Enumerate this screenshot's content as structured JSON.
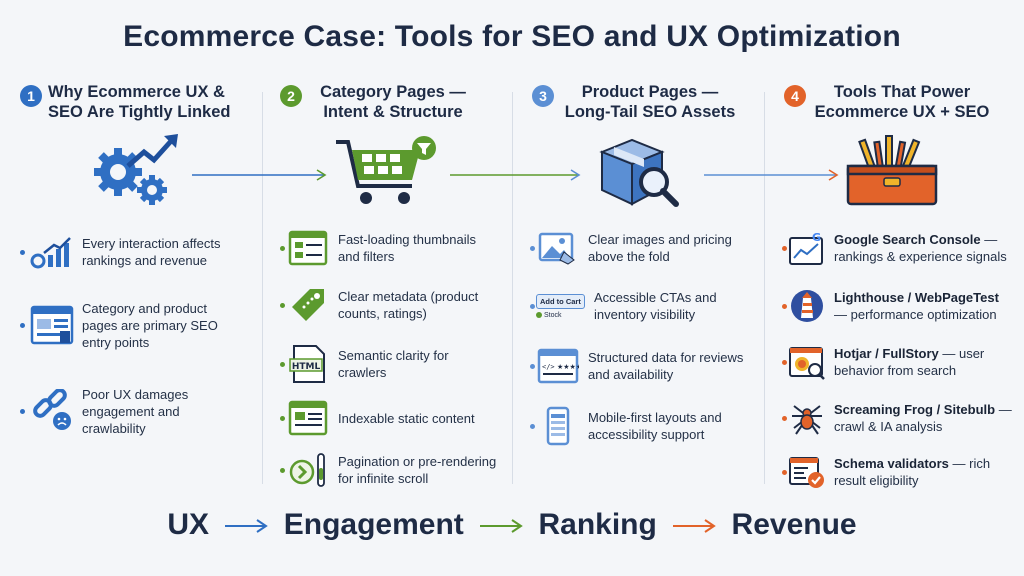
{
  "title": "Ecommerce Case: Tools for SEO and UX Optimization",
  "colors": {
    "blue": "#2f6fc3",
    "green": "#5c9a2e",
    "lightblue": "#5b8fd4",
    "orange": "#e2632a"
  },
  "columns": [
    {
      "num": "1",
      "heading": "Why Ecommerce UX & SEO Are Tightly Linked",
      "hero_icon": "gears-growth-icon",
      "items": [
        {
          "icon": "chart-up-icon",
          "text": "Every interaction affects rankings and revenue"
        },
        {
          "icon": "browser-page-icon",
          "text": "Category and product pages are primary SEO entry points"
        },
        {
          "icon": "broken-link-icon",
          "text": "Poor UX damages engagement and crawlability"
        }
      ]
    },
    {
      "num": "2",
      "heading": "Category Pages — Intent & Structure",
      "hero_icon": "shopping-cart-filter-icon",
      "items": [
        {
          "icon": "thumbnail-list-icon",
          "text": "Fast-loading thumbnails and filters"
        },
        {
          "icon": "tag-icon",
          "text": "Clear metadata (product counts, ratings)"
        },
        {
          "icon": "html-file-icon",
          "text": "Semantic clarity for crawlers"
        },
        {
          "icon": "static-page-icon",
          "text": "Indexable static content"
        },
        {
          "icon": "pagination-icon",
          "text": "Pagination or pre-rendering for infinite scroll"
        }
      ]
    },
    {
      "num": "3",
      "heading": "Product Pages — Long-Tail SEO Assets",
      "hero_icon": "box-magnifier-icon",
      "items": [
        {
          "icon": "image-icon",
          "text": "Clear images and pricing above the fold"
        },
        {
          "icon": "add-to-cart-icon",
          "text": "Accessible CTAs and inventory visibility",
          "cta_label": "Add to Cart",
          "stock_label": "Stock"
        },
        {
          "icon": "code-stars-icon",
          "text": "Structured data for reviews and availability"
        },
        {
          "icon": "mobile-icon",
          "text": "Mobile-first layouts and accessibility support"
        }
      ]
    },
    {
      "num": "4",
      "heading": "Tools That Power Ecommerce UX + SEO",
      "hero_icon": "toolbox-icon",
      "items": [
        {
          "icon": "google-chart-icon",
          "tool": "Google Search Console",
          "text": " — rankings & experience signals"
        },
        {
          "icon": "lighthouse-icon",
          "tool": "Lighthouse / WebPageTest",
          "text": " — performance optimization"
        },
        {
          "icon": "heatmap-icon",
          "tool": "Hotjar / FullStory",
          "text": " — user behavior from search"
        },
        {
          "icon": "spider-icon",
          "tool": "Screaming Frog / Sitebulb",
          "text": " — crawl & IA analysis"
        },
        {
          "icon": "schema-check-icon",
          "tool": "Schema validators",
          "text": " — rich result eligibility"
        }
      ]
    }
  ],
  "footer": [
    "UX",
    "Engagement",
    "Ranking",
    "Revenue"
  ]
}
